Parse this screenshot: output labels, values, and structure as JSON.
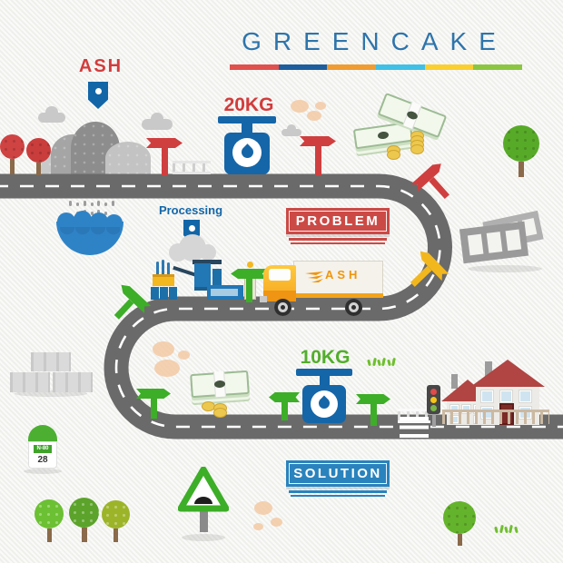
{
  "title": {
    "text": "GREENCAKE"
  },
  "palette": {
    "underline": [
      "#e0504c",
      "#1d5e9e",
      "#f09c30",
      "#3fc0e6",
      "#fbcf2e",
      "#8cc640"
    ],
    "problem_red": "#cb4a46",
    "problem_edge": "#a93a38",
    "solution_blue": "#2a83bd",
    "solution_edge": "#1d6a9c",
    "accent_blue": "#1266a7",
    "accent_green": "#52ae2c",
    "accent_red": "#d23c3c",
    "truck_orange": "#f0950c",
    "road_gray": "#6a6a6a"
  },
  "markers": {
    "source_label": "ASH",
    "process_label": "Processing"
  },
  "weights": {
    "before": "20KG",
    "after": "10KG"
  },
  "banners": {
    "problem": "PROBLEM",
    "solution": "SOLUTION"
  },
  "truck": {
    "cargo_label": "ASH"
  },
  "milestone": {
    "route": "N-80",
    "distance": "28"
  }
}
